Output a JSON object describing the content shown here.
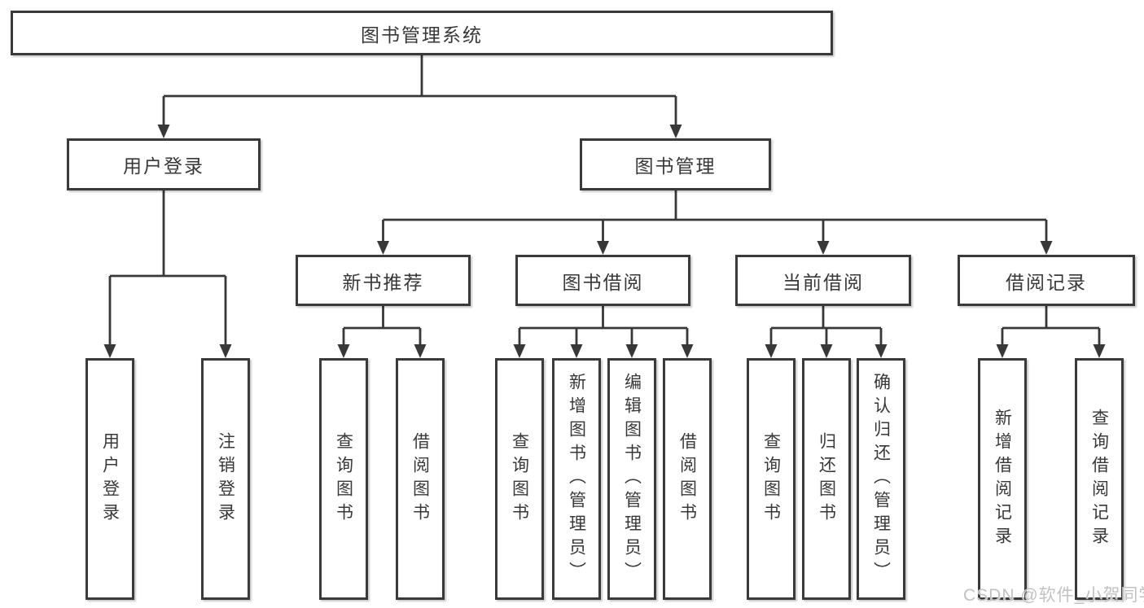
{
  "nodes": {
    "root": "图书管理系统",
    "user_login": {
      "label": "用户登录",
      "children": [
        "用户登录",
        "注销登录"
      ]
    },
    "book_mgmt": {
      "label": "图书管理",
      "sections": [
        {
          "label": "新书推荐",
          "children": [
            "查询图书",
            "借阅图书"
          ]
        },
        {
          "label": "图书借阅",
          "children": [
            "查询图书",
            "新增图书（管理员）",
            "编辑图书（管理员）",
            "借阅图书"
          ]
        },
        {
          "label": "当前借阅",
          "children": [
            "查询图书",
            "归还图书",
            "确认归还（管理员）"
          ]
        },
        {
          "label": "借阅记录",
          "children": [
            "新增借阅记录",
            "查询借阅记录"
          ]
        }
      ]
    }
  },
  "watermark": {
    "text": "CSDN @软件_小贺同学",
    "color": "#c2c2c2"
  },
  "colors": {
    "line": "#383838",
    "box_border": "#3a3a3a",
    "text": "#383838",
    "background": "#ffffff"
  }
}
